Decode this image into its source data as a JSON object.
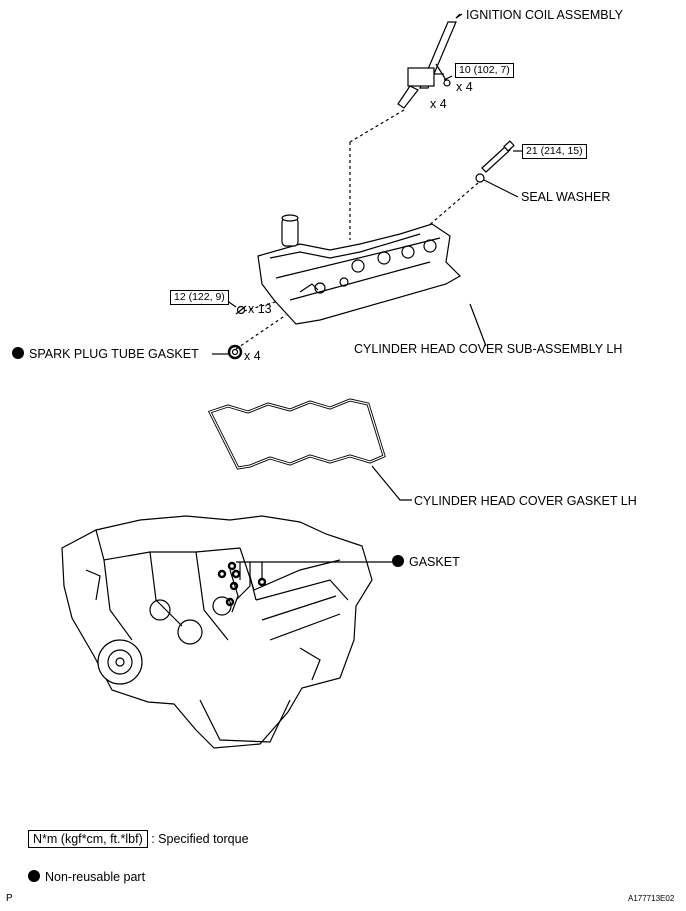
{
  "labels": {
    "ignition_coil": "IGNITION COIL ASSEMBLY",
    "seal_washer": "SEAL WASHER",
    "spark_plug_tube_gasket": "SPARK PLUG TUBE GASKET",
    "head_cover": "CYLINDER HEAD COVER SUB-ASSEMBLY LH",
    "head_cover_gasket": "CYLINDER HEAD COVER GASKET LH",
    "gasket": "GASKET"
  },
  "torques": {
    "coil_bolt": "10 (102, 7)",
    "stud_bolt": "21 (214, 15)",
    "cover_bolt": "12 (122, 9)"
  },
  "quantities": {
    "coil_bolt_qty": "x 4",
    "coil_qty": "x 4",
    "cover_bolt_qty": "x 13",
    "tube_gasket_qty": "x 4"
  },
  "legend": {
    "torque_box": "N*m (kgf*cm, ft.*lbf)",
    "torque_text": ": Specified torque",
    "nonreusable_text": "Non-reusable part"
  },
  "footer": {
    "left_code": "P",
    "figure_id": "A177713E02"
  }
}
